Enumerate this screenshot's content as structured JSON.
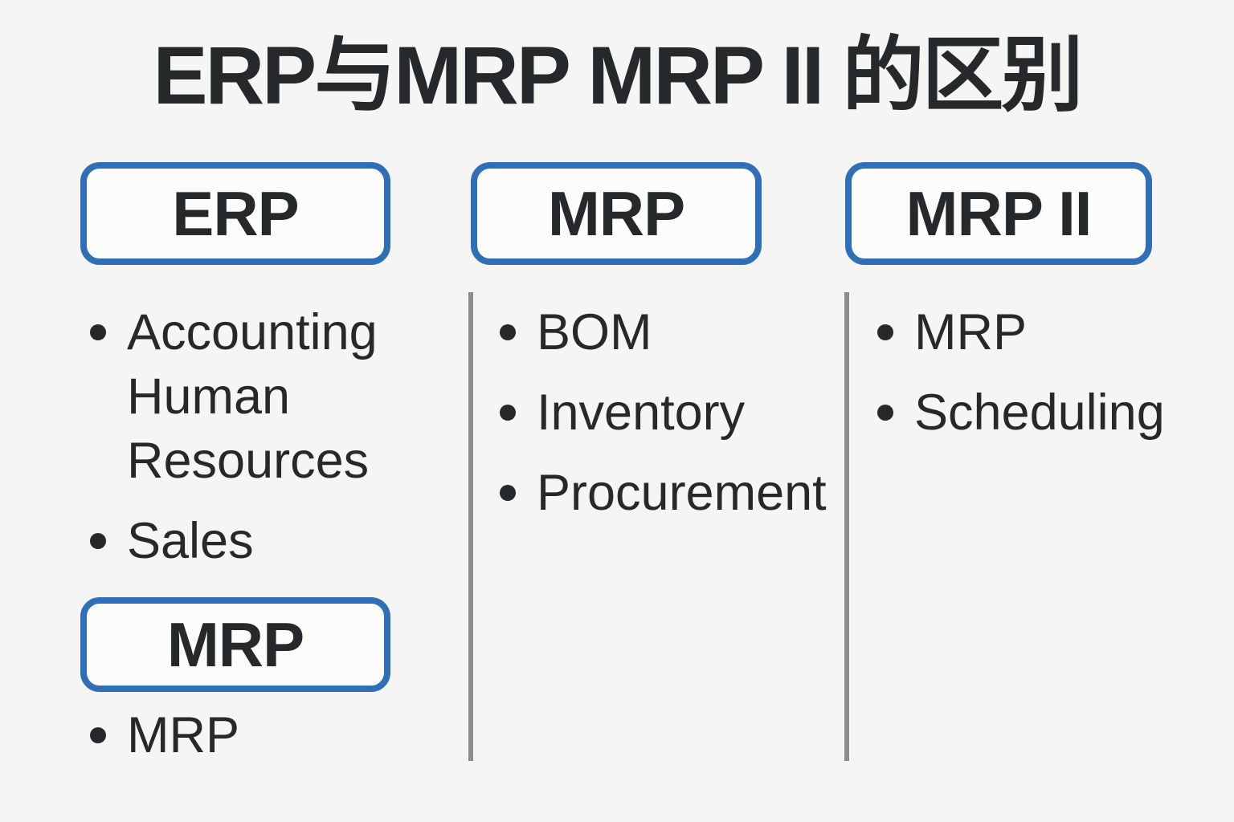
{
  "title": "ERP与MRP MRP II 的区别",
  "colors": {
    "background": "#f5f5f3",
    "text": "#26292c",
    "box_border_blue": "#2e6fb8",
    "box_fill": "#fcfcfb",
    "divider_gray": "#8c8c8c"
  },
  "columns": [
    {
      "box_label": "ERP",
      "items": [
        "Accounting Human Resources",
        "Sales"
      ],
      "sub_box": {
        "label": "MRP",
        "items": [
          "MRP"
        ]
      }
    },
    {
      "box_label": "MRP",
      "items": [
        "BOM",
        "Inventory",
        "Procurement"
      ]
    },
    {
      "box_label": "MRP II",
      "items": [
        "MRP",
        "Scheduling"
      ]
    }
  ]
}
